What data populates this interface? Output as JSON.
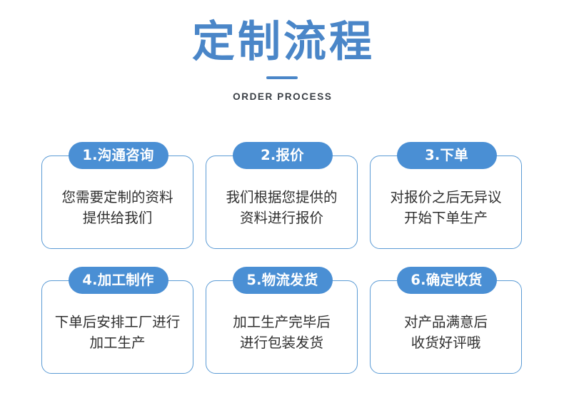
{
  "header": {
    "title": "定制流程",
    "subtitle": "ORDER PROCESS",
    "accent_color": "#4a86c8",
    "divider": "title-divider"
  },
  "theme": {
    "badge_color": "#4a8fd4",
    "card_border_color": "#5b9bd5",
    "body_text_color": "#2f2f2f",
    "background_color": "#ffffff"
  },
  "steps": [
    {
      "badge": "1.沟通咨询",
      "line1": "您需要定制的资料",
      "line2": "提供给我们"
    },
    {
      "badge": "2.报价",
      "line1": "我们根据您提供的",
      "line2": "资料进行报价"
    },
    {
      "badge": "3.下单",
      "line1": "对报价之后无异议",
      "line2": "开始下单生产"
    },
    {
      "badge": "4.加工制作",
      "line1": "下单后安排工厂进行",
      "line2": "加工生产"
    },
    {
      "badge": "5.物流发货",
      "line1": "加工生产完毕后",
      "line2": "进行包装发货"
    },
    {
      "badge": "6.确定收货",
      "line1": "对产品满意后",
      "line2": "收货好评哦"
    }
  ]
}
